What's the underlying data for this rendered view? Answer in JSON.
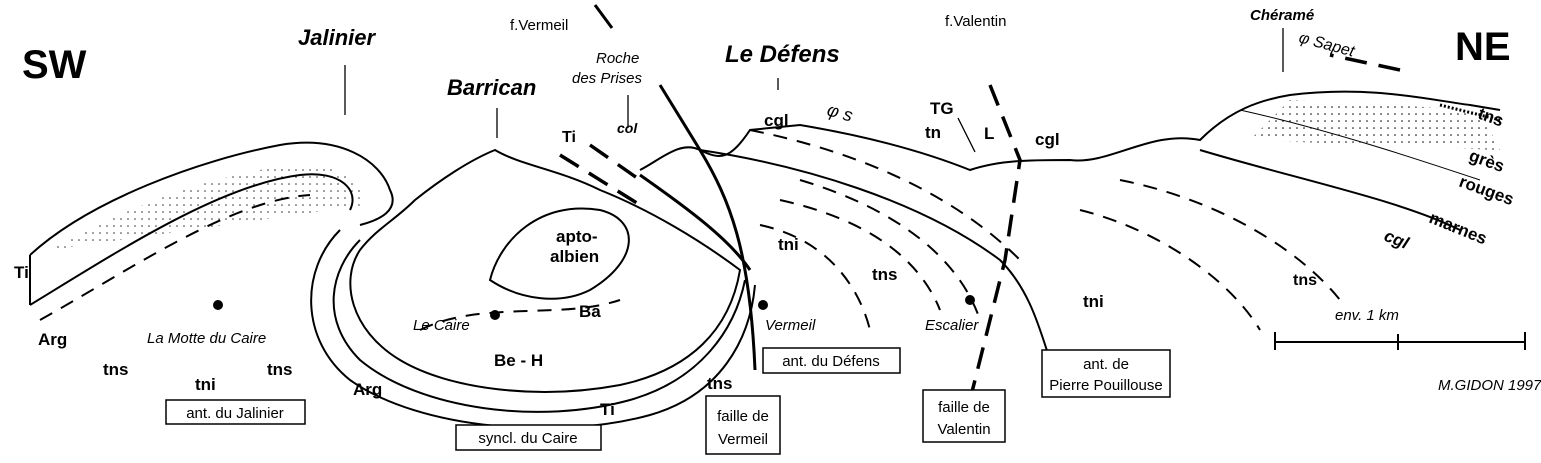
{
  "orientation": {
    "left": "SW",
    "right": "NE"
  },
  "summits": [
    "Jalinier",
    "Barrican",
    "Le Défens",
    "Chéramé"
  ],
  "faults_top": [
    "f.Vermeil",
    "f.Valentin"
  ],
  "places": {
    "roche": [
      "Roche",
      "des Prises"
    ],
    "col": "col",
    "phi_s": "φ s",
    "phi_sapet": "φ Sapet",
    "le_caire": "Le Caire",
    "la_motte": "La Motte du Caire",
    "vermeil": "Vermeil",
    "escalier": "Escalier"
  },
  "units": {
    "ti": "Ti",
    "arg": "Arg",
    "tns": "tns",
    "tni": "tni",
    "tn": "tn",
    "tg": "TG",
    "l": "L",
    "cgl": "cgl",
    "ba": "Ba",
    "beh": "Be - H",
    "apto": [
      "apto-",
      "albien"
    ],
    "gres": [
      "grès",
      "rouges"
    ],
    "marnes": "marnes"
  },
  "boxes": {
    "jalinier": "ant. du Jalinier",
    "caire": "syncl. du Caire",
    "vermeil": [
      "faille de",
      "Vermeil"
    ],
    "defens": "ant. du Défens",
    "valentin": [
      "faille de",
      "Valentin"
    ],
    "pouillouse": [
      "ant. de",
      "Pierre Pouillouse"
    ]
  },
  "scale": "env. 1 km",
  "credit": "M.GIDON 1997"
}
